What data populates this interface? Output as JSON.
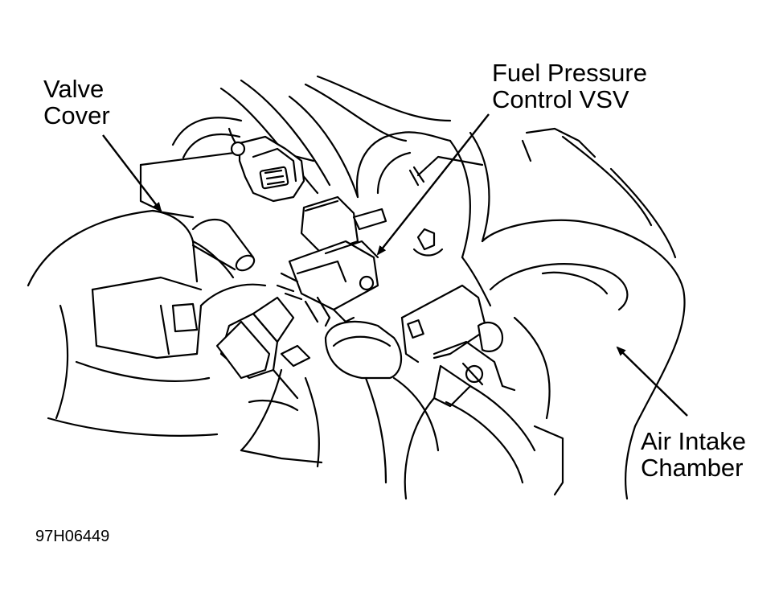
{
  "diagram": {
    "labels": {
      "valve_cover": [
        "Valve",
        "Cover"
      ],
      "fuel_pressure_vsv": [
        "Fuel Pressure",
        "Control VSV"
      ],
      "air_intake_chamber": [
        "Air Intake",
        "Chamber"
      ]
    },
    "figure_id": "97H06449"
  }
}
